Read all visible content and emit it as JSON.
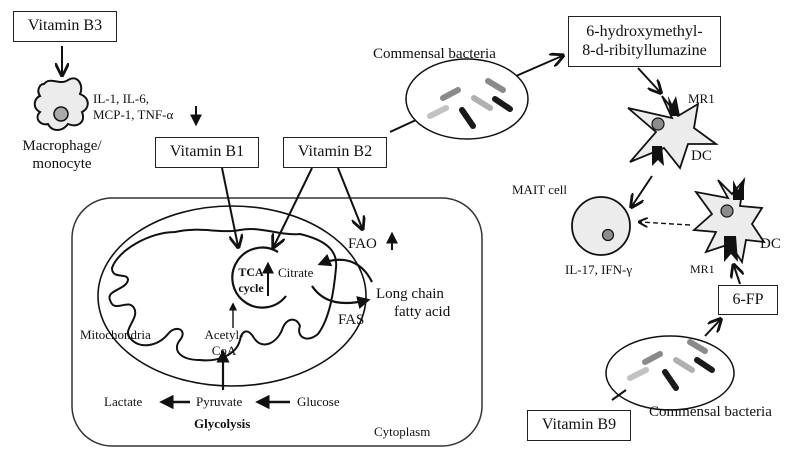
{
  "vitamins": {
    "b3": "Vitamin B3",
    "b1": "Vitamin B1",
    "b2": "Vitamin B2",
    "b9": "Vitamin B9"
  },
  "macrophage": {
    "cytokines_line1": "IL-1, IL-6,",
    "cytokines_line2": "MCP-1, TNF-α",
    "label_line1": "Macrophage/",
    "label_line2": "monocyte"
  },
  "cell": {
    "mitochondria": "Mitochondria",
    "tca_line1": "TCA",
    "tca_line2": "cycle",
    "citrate": "Citrate",
    "acetyl_line1": "Acetyl-",
    "acetyl_line2": "CoA",
    "fao": "FAO",
    "fas": "FAS",
    "lcfa_line1": "Long chain",
    "lcfa_line2": "fatty acid",
    "lactate": "Lactate",
    "pyruvate": "Pyruvate",
    "glucose": "Glucose",
    "glycolysis": "Glycolysis",
    "cytoplasm": "Cytoplasm"
  },
  "immune": {
    "bacteria_top": "Commensal bacteria",
    "bacteria_bottom": "Commensal bacteria",
    "metabolite_line1": "6-hydroxymethyl-",
    "metabolite_line2": "8-d-ribityllumazine",
    "mr1_top": "MR1",
    "dc_top": "DC",
    "mait": "MAIT cell",
    "mait_cytokines": "IL-17, IFN-γ",
    "mr1_bottom": "MR1",
    "dc_bottom": "DC",
    "six_fp": "6-FP"
  },
  "colors": {
    "cell_fill": "#ececec",
    "nucleus": "#8c8c8c",
    "bacteria_dark": "#1a1a1a",
    "bacteria_mid": "#8a8a8a",
    "bacteria_light": "#b8b8b8"
  }
}
